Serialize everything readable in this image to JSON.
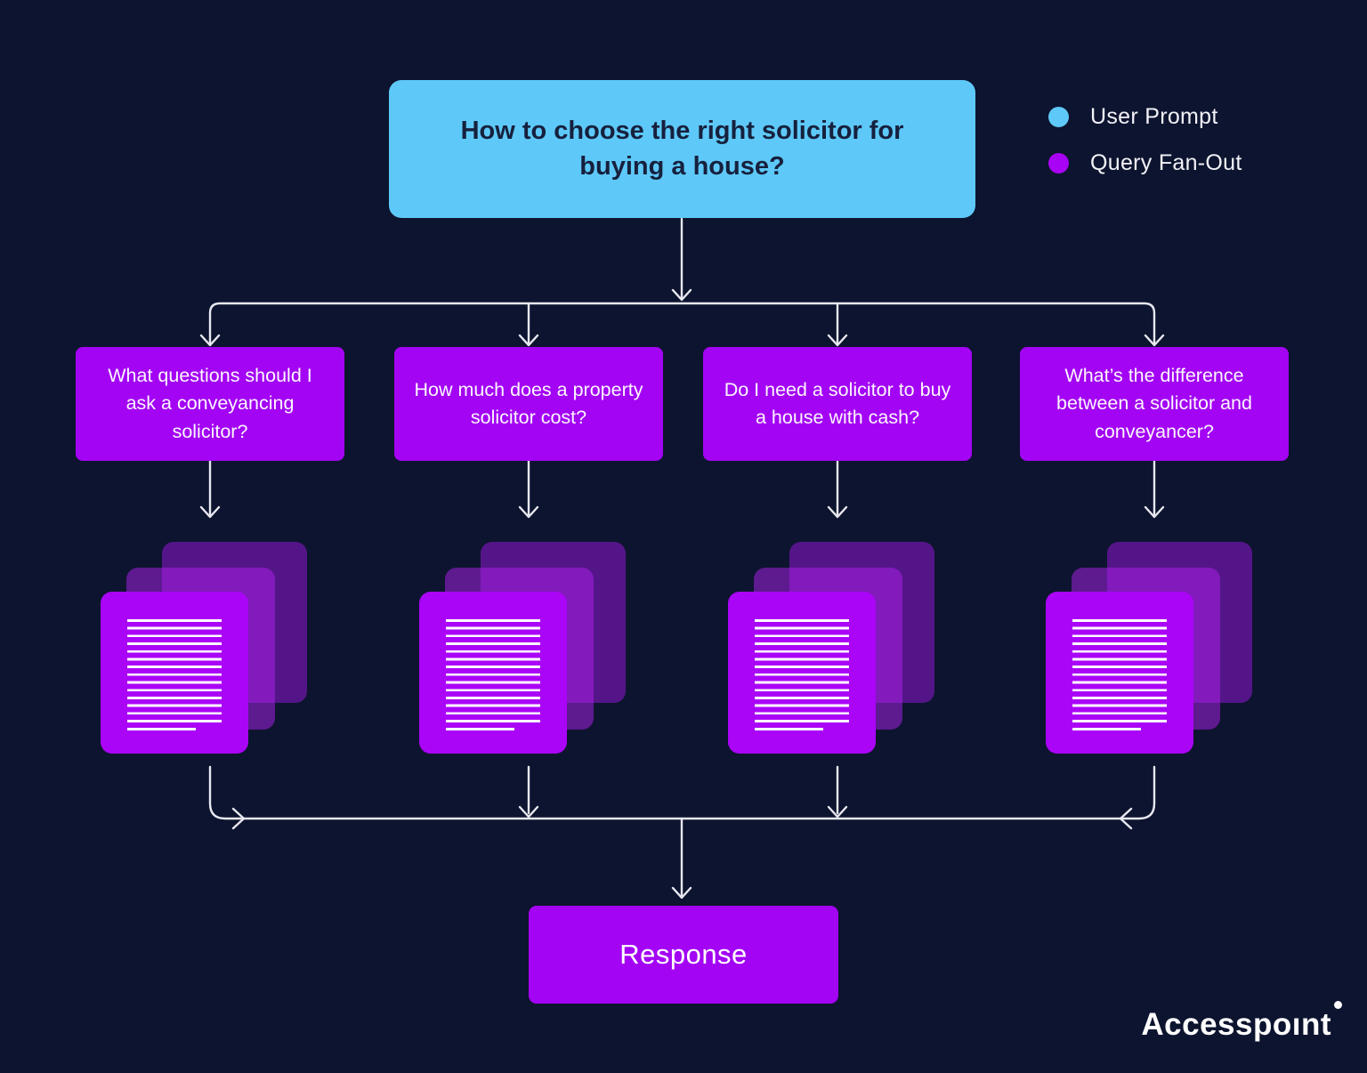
{
  "diagram": {
    "user_prompt": "How to choose the right solicitor for buying a house?",
    "legend": [
      {
        "label": "User Prompt",
        "color": "#5EC9F8"
      },
      {
        "label": "Query Fan-Out",
        "color": "#A903F5"
      }
    ],
    "fanout_queries": [
      "What questions should I ask a conveyancing solicitor?",
      "How much does a property solicitor cost?",
      "Do I need a solicitor to buy a house with cash?",
      "What’s the difference between a solicitor and conveyancer?"
    ],
    "response_label": "Response",
    "brand": "Accesspoınt"
  },
  "colors": {
    "background": "#0D142F",
    "user_prompt_box": "#5EC9F8",
    "query_box": "#A304F3",
    "document_front": "#AA05F7",
    "connector": "#E8E8F0",
    "prompt_text": "#16203D",
    "box_text": "#FFFFFF"
  }
}
